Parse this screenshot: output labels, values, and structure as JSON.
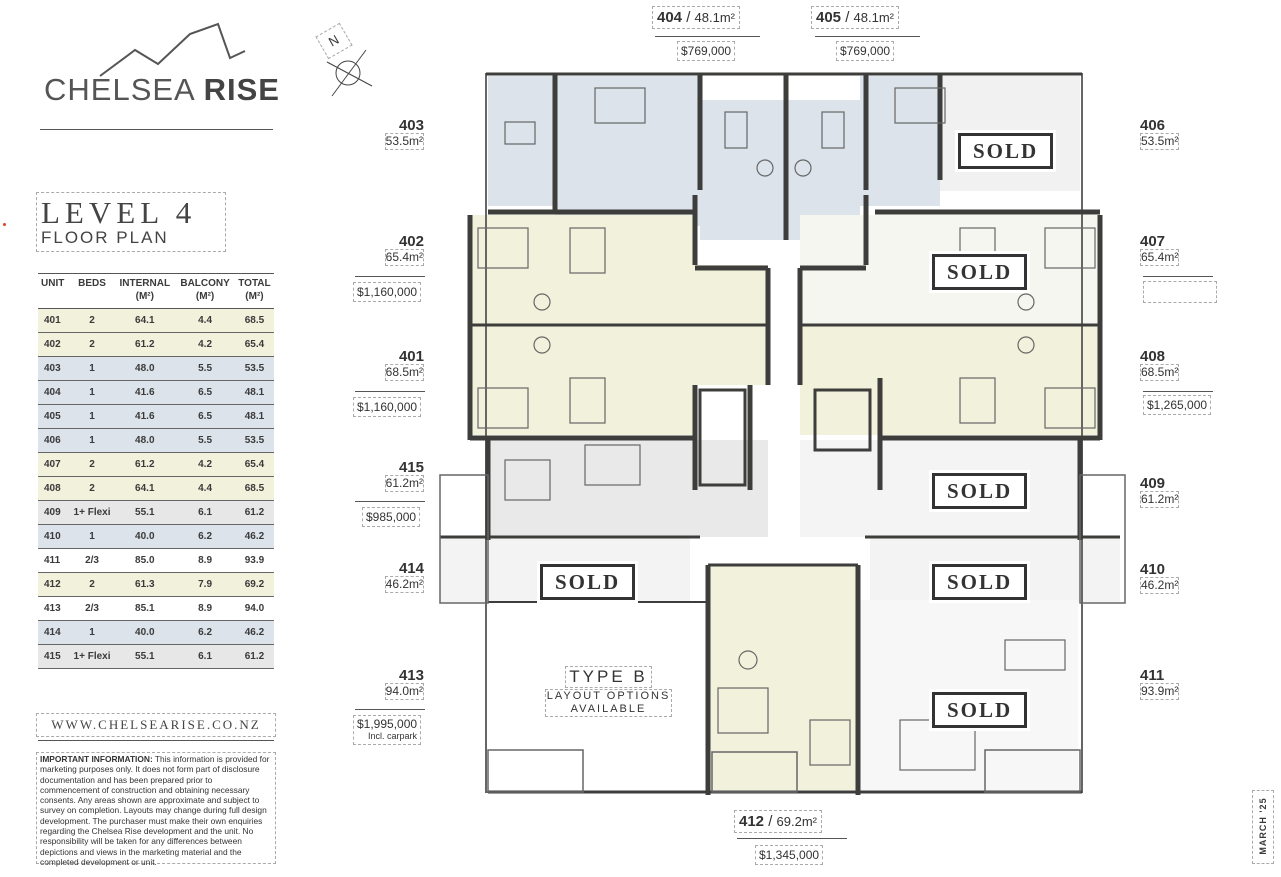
{
  "brand": {
    "name_light": "CHELSEA ",
    "name_bold": "RISE"
  },
  "level": {
    "title": "LEVEL 4",
    "subtitle": "FLOOR PLAN"
  },
  "table": {
    "headers": {
      "unit": "UNIT",
      "beds": "BEDS",
      "internal": "INTERNAL",
      "internal_unit": "(M²)",
      "balcony": "BALCONY",
      "balcony_unit": "(M²)",
      "total": "TOTAL",
      "total_unit": "(M²)"
    },
    "rows": [
      {
        "unit": "401",
        "beds": "2",
        "internal": "64.1",
        "balcony": "4.4",
        "total": "68.5",
        "tone": "yel"
      },
      {
        "unit": "402",
        "beds": "2",
        "internal": "61.2",
        "balcony": "4.2",
        "total": "65.4",
        "tone": "yel"
      },
      {
        "unit": "403",
        "beds": "1",
        "internal": "48.0",
        "balcony": "5.5",
        "total": "53.5",
        "tone": "blu"
      },
      {
        "unit": "404",
        "beds": "1",
        "internal": "41.6",
        "balcony": "6.5",
        "total": "48.1",
        "tone": "blu"
      },
      {
        "unit": "405",
        "beds": "1",
        "internal": "41.6",
        "balcony": "6.5",
        "total": "48.1",
        "tone": "blu"
      },
      {
        "unit": "406",
        "beds": "1",
        "internal": "48.0",
        "balcony": "5.5",
        "total": "53.5",
        "tone": "blu"
      },
      {
        "unit": "407",
        "beds": "2",
        "internal": "61.2",
        "balcony": "4.2",
        "total": "65.4",
        "tone": "yel"
      },
      {
        "unit": "408",
        "beds": "2",
        "internal": "64.1",
        "balcony": "4.4",
        "total": "68.5",
        "tone": "yel"
      },
      {
        "unit": "409",
        "beds": "1+ Flexi",
        "internal": "55.1",
        "balcony": "6.1",
        "total": "61.2",
        "tone": "gry"
      },
      {
        "unit": "410",
        "beds": "1",
        "internal": "40.0",
        "balcony": "6.2",
        "total": "46.2",
        "tone": "blu"
      },
      {
        "unit": "411",
        "beds": "2/3",
        "internal": "85.0",
        "balcony": "8.9",
        "total": "93.9",
        "tone": "wht"
      },
      {
        "unit": "412",
        "beds": "2",
        "internal": "61.3",
        "balcony": "7.9",
        "total": "69.2",
        "tone": "yel"
      },
      {
        "unit": "413",
        "beds": "2/3",
        "internal": "85.1",
        "balcony": "8.9",
        "total": "94.0",
        "tone": "wht"
      },
      {
        "unit": "414",
        "beds": "1",
        "internal": "40.0",
        "balcony": "6.2",
        "total": "46.2",
        "tone": "blu"
      },
      {
        "unit": "415",
        "beds": "1+ Flexi",
        "internal": "55.1",
        "balcony": "6.1",
        "total": "61.2",
        "tone": "gry"
      }
    ]
  },
  "website": "WWW.CHELSEARISE.CO.NZ",
  "info": {
    "heading": "IMPORTANT INFORMATION:",
    "body": "This information is provided for marketing purposes only. It does not form part of disclosure documentation and has been prepared prior to commencement of construction and obtaining necessary consents. Any areas shown are approximate and subject to survey on completion. Layouts may change during full design development. The purchaser must make their own enquiries regarding the Chelsea Rise development and the unit. No responsibility will be taken for any differences between depictions and views in the marketing material and the completed development or unit."
  },
  "compass": "N",
  "labels": {
    "u403": {
      "num": "403",
      "area": "53.5m²"
    },
    "u402": {
      "num": "402",
      "area": "65.4m²",
      "price": "$1,160,000"
    },
    "u401": {
      "num": "401",
      "area": "68.5m²",
      "price": "$1,160,000"
    },
    "u415": {
      "num": "415",
      "area": "61.2m²",
      "price": "$985,000"
    },
    "u414": {
      "num": "414",
      "area": "46.2m²"
    },
    "u413": {
      "num": "413",
      "area": "94.0m²",
      "price": "$1,995,000",
      "note": "Incl. carpark"
    },
    "u406": {
      "num": "406",
      "area": "53.5m²"
    },
    "u407": {
      "num": "407",
      "area": "65.4m²"
    },
    "u408": {
      "num": "408",
      "area": "68.5m²",
      "price": "$1,265,000"
    },
    "u409": {
      "num": "409",
      "area": "61.2m²"
    },
    "u410": {
      "num": "410",
      "area": "46.2m²"
    },
    "u411": {
      "num": "411",
      "area": "93.9m²"
    },
    "u404": {
      "num": "404",
      "sep": " / ",
      "area": "48.1m²",
      "price": "$769,000"
    },
    "u405": {
      "num": "405",
      "sep": " / ",
      "area": "48.1m²",
      "price": "$769,000"
    },
    "u412": {
      "num": "412",
      "sep": " / ",
      "area": "69.2m²",
      "price": "$1,345,000"
    }
  },
  "sold_label": "SOLD",
  "typeb": {
    "title": "TYPE B",
    "line1": "LAYOUT OPTIONS",
    "line2": "AVAILABLE"
  },
  "date": "MARCH '25",
  "colors": {
    "yellow": "#f2f1dc",
    "blue": "#dde3ea",
    "grey": "#e7e7e7",
    "wall": "#3d3d3b"
  }
}
